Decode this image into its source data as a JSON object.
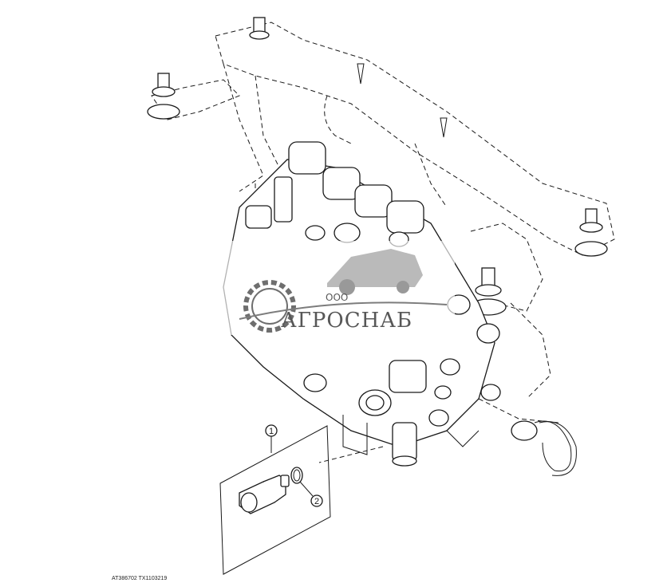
{
  "callouts": [
    {
      "id": "callout-1",
      "label": "1"
    },
    {
      "id": "callout-2",
      "label": "2"
    }
  ],
  "watermark": {
    "company_prefix": "ООО",
    "company_name": "АГРОСНАБ"
  },
  "reference_code": "AT386702  TX1103219"
}
